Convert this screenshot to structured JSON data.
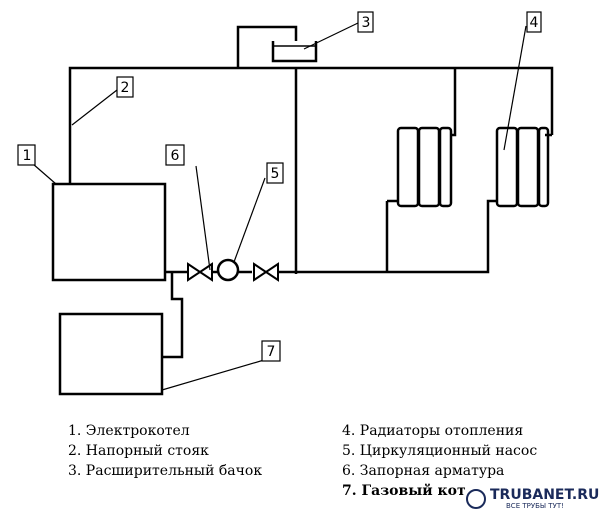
{
  "callouts": [
    "1",
    "2",
    "3",
    "4",
    "5",
    "6",
    "7"
  ],
  "legend_left": [
    "1. Электрокотел",
    "2. Напорный стояк",
    "3. Расширительный бачок"
  ],
  "legend_right": [
    "4. Радиаторы отопления",
    "5. Циркуляционный насос",
    "6. Запорная арматура",
    "7. Газовый кот"
  ],
  "watermark": {
    "text": "TRUBANET.RU",
    "subtext": "ВСЕ ТРУБЫ ТУТ!"
  }
}
